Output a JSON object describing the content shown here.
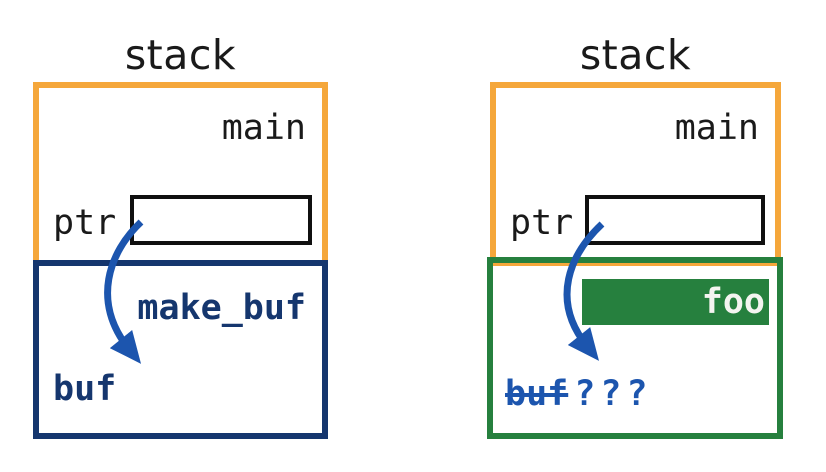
{
  "diagram": {
    "description": "Two stack diagrams showing a pointer into a popped stack frame (dangling pointer after frame reuse)",
    "left_panel": {
      "title": "stack",
      "outer_frame_label": "main",
      "pointer_label": "ptr",
      "inner_frame_label": "make_buf",
      "pointee_label": "buf"
    },
    "right_panel": {
      "title": "stack",
      "outer_frame_label": "main",
      "pointer_label": "ptr",
      "new_frame_label": "foo",
      "freed_label": "buf",
      "unknown_label": "???"
    },
    "colors": {
      "main_frame_border": "#f5a73b",
      "old_frame_border": "#15366e",
      "old_frame_text": "#15366e",
      "new_frame_green": "#26803e",
      "arrow_blue": "#1c55ae",
      "freed_text_blue": "#1c55ae",
      "plain_text": "#1a1a1a",
      "foo_text": "#f4f4f0"
    }
  }
}
